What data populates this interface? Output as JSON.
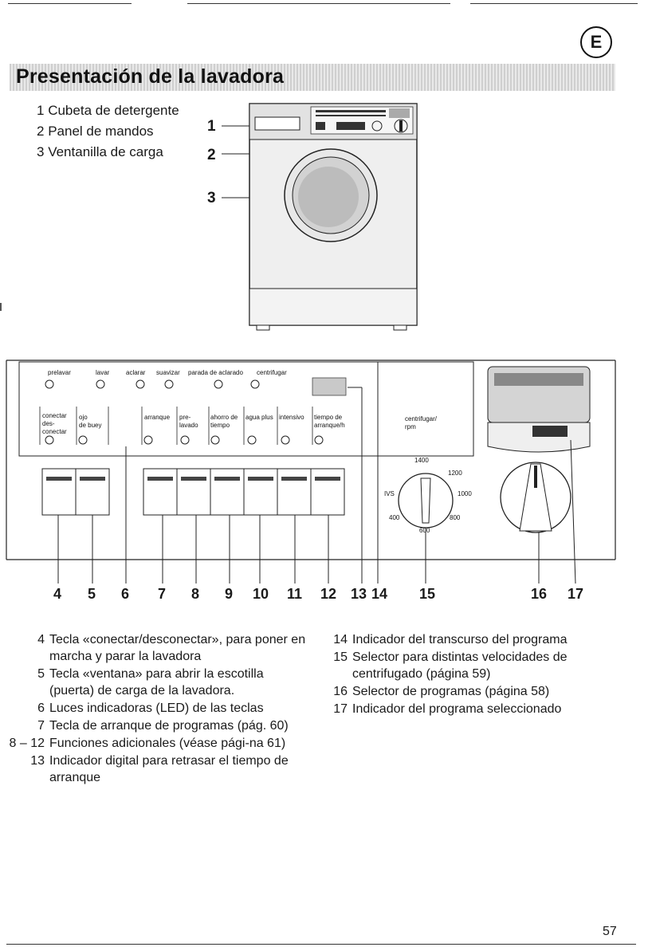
{
  "header": {
    "lang_badge": "E",
    "title": "Presentación de la lavadora"
  },
  "parts": [
    {
      "num": "1",
      "label": "Cubeta de detergente"
    },
    {
      "num": "2",
      "label": "Panel de mandos"
    },
    {
      "num": "3",
      "label": "Ventanilla de carga"
    }
  ],
  "machine_callouts": [
    "1",
    "2",
    "3"
  ],
  "panel": {
    "led_labels": [
      "prelavar",
      "lavar",
      "aclarar",
      "suavizar",
      "parada de aclarado",
      "centrifugar"
    ],
    "key_labels": {
      "k4": [
        "conectar",
        "des-",
        "conectar"
      ],
      "k5": [
        "ojo",
        "de buey"
      ],
      "k7": [
        "arranque"
      ],
      "k8": [
        "pre-",
        "lavado"
      ],
      "k9": [
        "ahorro de",
        "tiempo"
      ],
      "k10": [
        "agua plus"
      ],
      "k11": [
        "intensivo"
      ],
      "k12": [
        "tiempo de",
        "arranque/h"
      ]
    },
    "spin_label": [
      "centrifugar/",
      "rpm"
    ],
    "dial_marks": [
      "1400",
      "1200",
      "1000",
      "800",
      "600",
      "400",
      "IVS"
    ]
  },
  "panel_numbers": [
    "4",
    "5",
    "6",
    "7",
    "8",
    "9",
    "10",
    "11",
    "12",
    "13",
    "14",
    "15",
    "16",
    "17"
  ],
  "legend_left": [
    {
      "num": "4",
      "text": "Tecla «conectar/desconectar», para poner en marcha y parar la lavadora"
    },
    {
      "num": "5",
      "text": "Tecla «ventana» para abrir la escotilla (puerta) de carga de la lavadora."
    },
    {
      "num": "6",
      "text": "Luces indicadoras (LED) de las teclas"
    },
    {
      "num": "7",
      "text": "Tecla de arranque de programas (pág. 60)"
    },
    {
      "num": "8 – 12",
      "text": "Funciones adicionales (véase pági-na 61)"
    },
    {
      "num": "13",
      "text": "Indicador digital para retrasar el tiempo de arranque"
    }
  ],
  "legend_right": [
    {
      "num": "14",
      "text": "Indicador del transcurso del programa"
    },
    {
      "num": "15",
      "text": "Selector para distintas velocidades de centrifugado (página 59)"
    },
    {
      "num": "16",
      "text": "Selector de programas (página 58)"
    },
    {
      "num": "17",
      "text": "Indicador del programa seleccionado"
    }
  ],
  "page_number": "57"
}
